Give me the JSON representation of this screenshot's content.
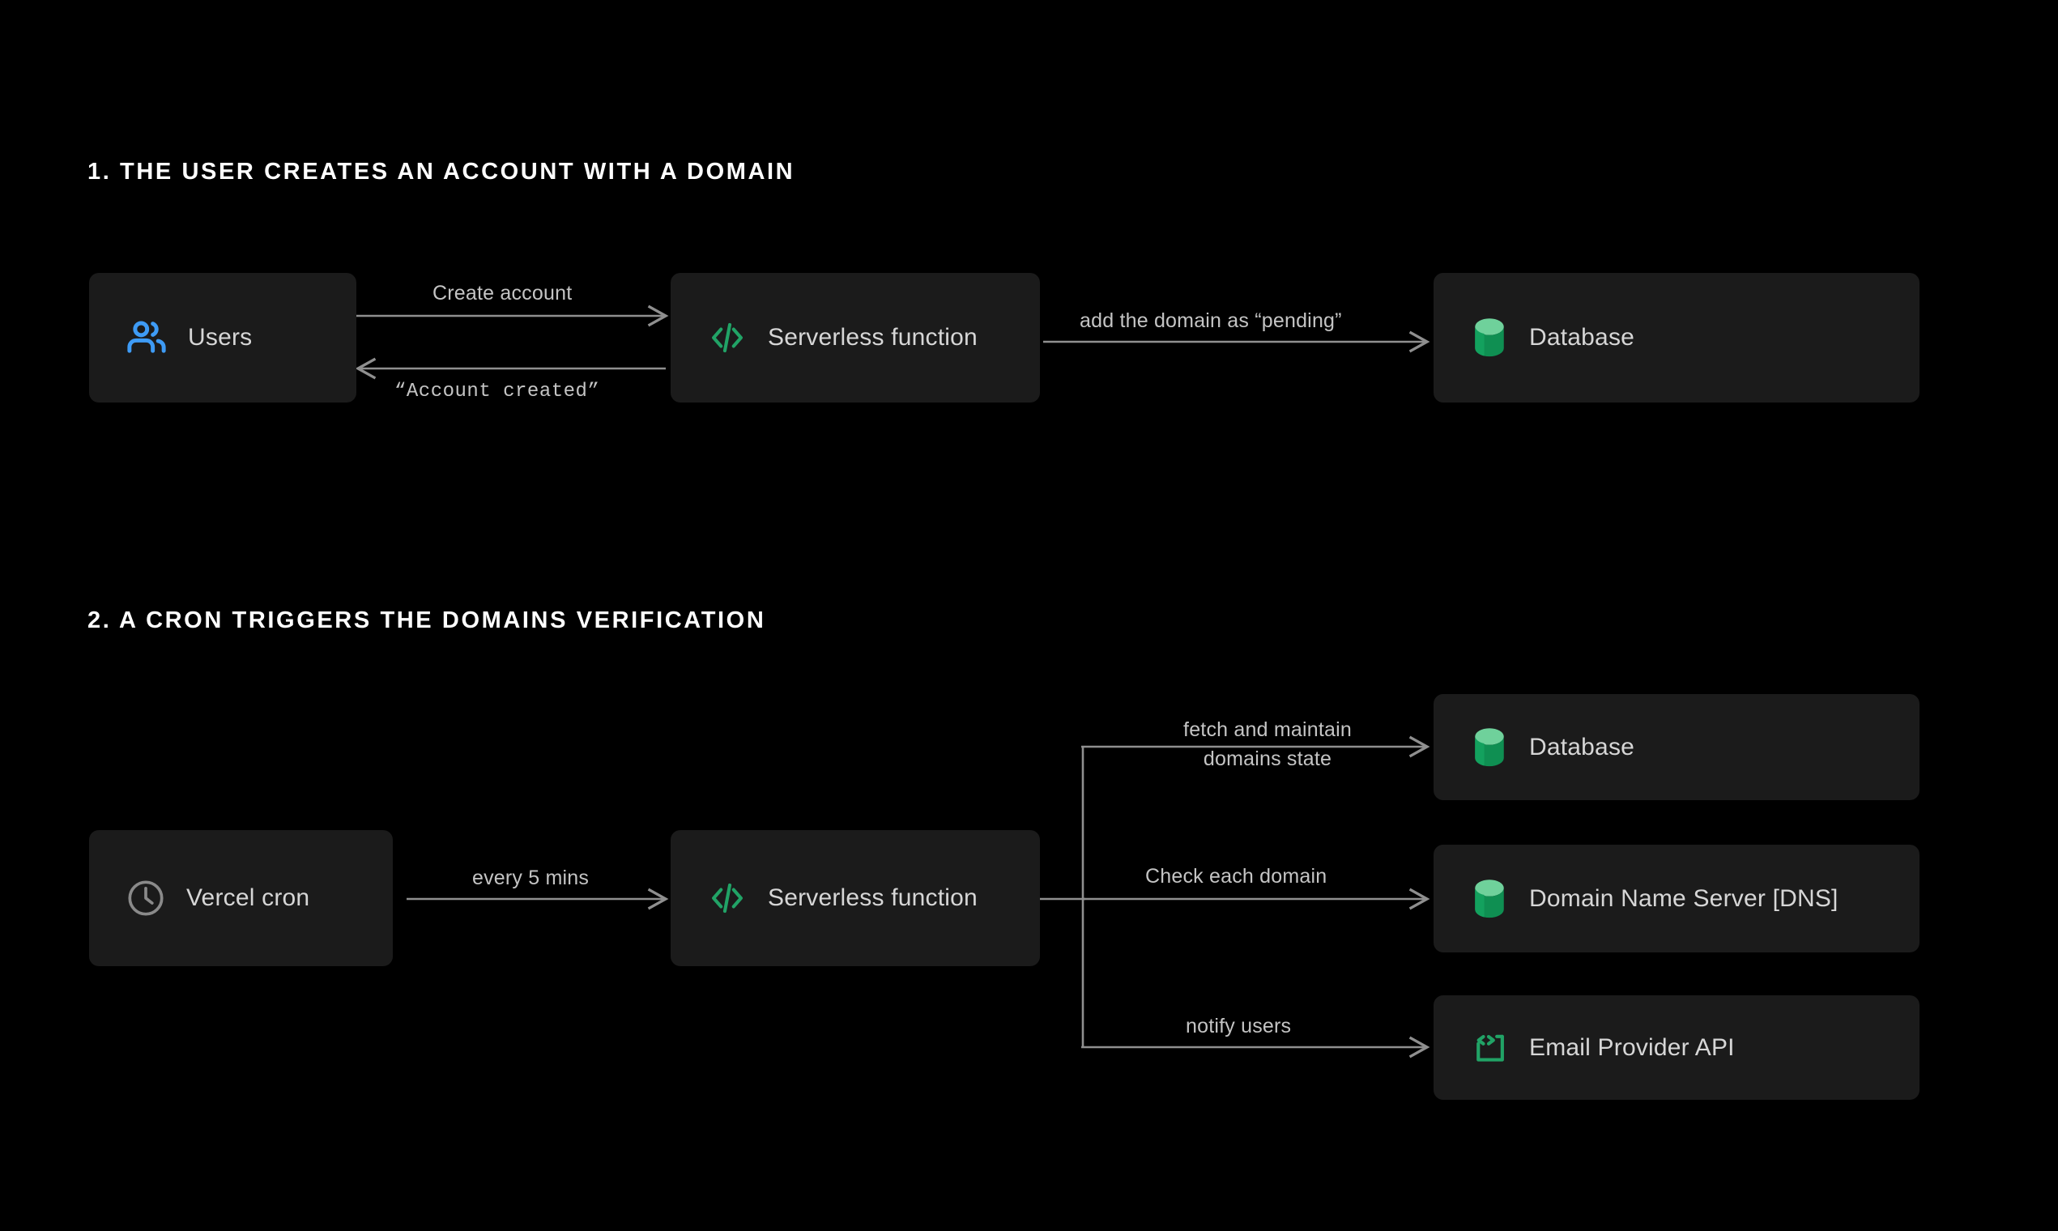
{
  "page": {
    "background": "#000000",
    "node_background": "#1b1b1b",
    "wire_color": "#8f8f8f",
    "label_color": "#c4c4c4",
    "heading_color": "#ffffff",
    "accent_green": "#21a366",
    "accent_green_light": "#6fd19b",
    "accent_blue": "#3e9bf5",
    "icon_gray": "#8a8a8a"
  },
  "sections": [
    {
      "heading": "1. THE USER CREATES AN ACCOUNT WITH A DOMAIN",
      "nodes": [
        {
          "label": "Users",
          "icon": "users-icon"
        },
        {
          "label": "Serverless function",
          "icon": "code-brackets-icon"
        },
        {
          "label": "Database",
          "icon": "database-cylinder-icon"
        }
      ],
      "edges": [
        {
          "label": "Create account",
          "style": "sans",
          "direction": "right"
        },
        {
          "label": "“Account created”",
          "style": "mono",
          "direction": "left"
        },
        {
          "label": "add the domain as “pending”",
          "style": "sans",
          "direction": "right"
        }
      ]
    },
    {
      "heading": "2. A CRON TRIGGERS THE DOMAINS VERIFICATION",
      "nodes": [
        {
          "label": "Vercel cron",
          "icon": "clock-icon"
        },
        {
          "label": "Serverless function",
          "icon": "code-brackets-icon"
        },
        {
          "label": "Database",
          "icon": "database-cylinder-icon"
        },
        {
          "label": "Domain Name Server  [DNS]",
          "icon": "database-cylinder-icon"
        },
        {
          "label": "Email Provider API",
          "icon": "api-bracket-icon"
        }
      ],
      "edges": [
        {
          "label": "every 5 mins",
          "style": "sans",
          "direction": "right"
        },
        {
          "label_line1": "fetch and maintain",
          "label_line2": "domains state",
          "style": "sans",
          "direction": "right"
        },
        {
          "label": "Check each domain",
          "style": "sans",
          "direction": "right"
        },
        {
          "label": "notify users",
          "style": "sans",
          "direction": "right"
        }
      ]
    }
  ]
}
